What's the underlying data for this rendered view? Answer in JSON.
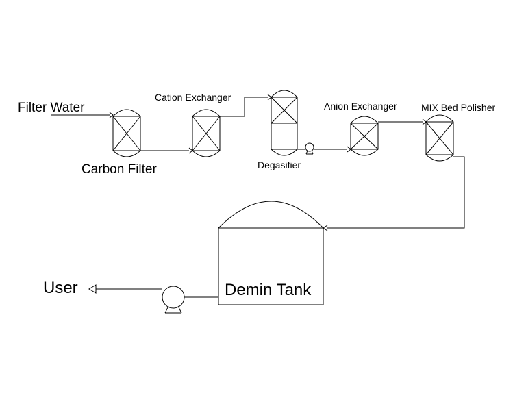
{
  "diagram": {
    "labels": {
      "filter_water": "Filter Water",
      "carbon_filter": "Carbon Filter",
      "cation_exchanger": "Cation Exchanger",
      "degasifier": "Degasifier",
      "anion_exchanger": "Anion Exchanger",
      "mix_bed_polisher": "MIX Bed Polisher",
      "demin_tank": "Demin Tank",
      "user": "User"
    },
    "colors": {
      "line": "#000000",
      "background": "#ffffff"
    }
  }
}
